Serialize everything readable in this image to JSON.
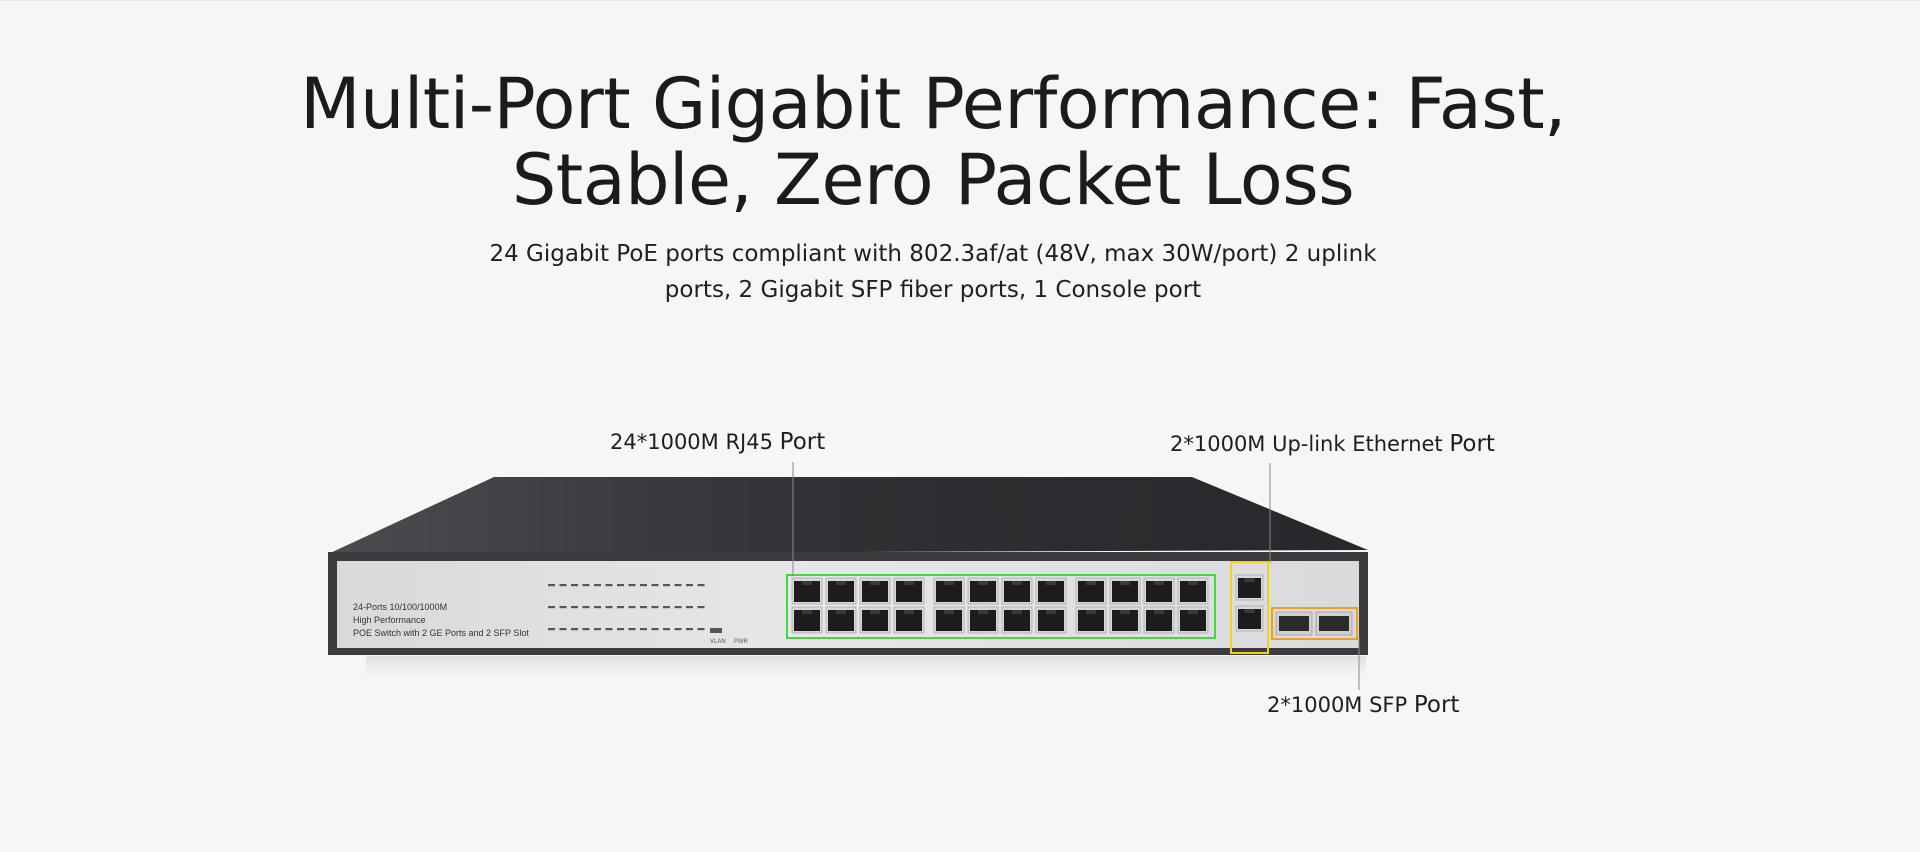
{
  "headline": {
    "line1": "Multi-Port Gigabit Performance: Fast,",
    "line2": "Stable, Zero Packet Loss"
  },
  "description": {
    "line1": "24 Gigabit PoE ports compliant with 802.3af/at (48V, max 30W/port) 2 uplink",
    "line2": "ports, 2 Gigabit SFP fiber ports, 1 Console port"
  },
  "callouts": {
    "rj45": {
      "text": "24*1000M RJ45 ",
      "suffix": "Port"
    },
    "uplink": {
      "text": "2*1000M Up-link Ethernet ",
      "suffix": "Port"
    },
    "sfp": {
      "text": "2*1000M SFP ",
      "suffix": "Port"
    }
  },
  "device": {
    "label_line1": "24-Ports 10/100/1000M",
    "label_line2": "High Performance",
    "label_line3": "POE Switch with 2 GE Ports and 2 SFP Slot",
    "led_legend_vlan": "VLAN",
    "led_legend_pwr": "PWR"
  },
  "colors": {
    "rj45_highlight": "#3ddc3d",
    "uplink_highlight": "#f3d21a",
    "sfp_highlight": "#f0a020"
  }
}
